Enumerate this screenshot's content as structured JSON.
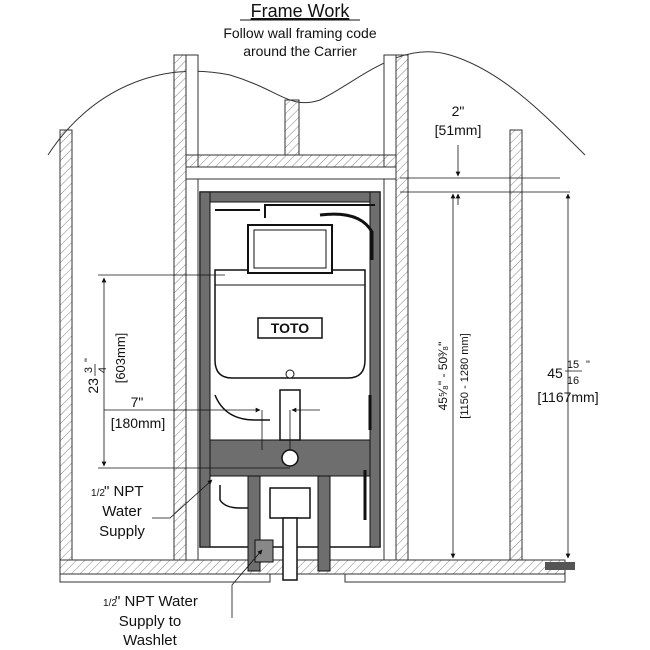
{
  "header": {
    "title": "Frame Work",
    "subtitle_line1": "Follow wall framing code",
    "subtitle_line2": "around the Carrier"
  },
  "carrier": {
    "brand": "TOTO"
  },
  "dims": {
    "top_gap": "2\"",
    "top_gap_mm": "[51mm]",
    "height_fixed_whole": "45",
    "height_fixed_num": "15",
    "height_fixed_den": "16",
    "height_fixed_inch": "\"",
    "height_fixed_mm": "[1167mm]",
    "height_adj": "45⁵⁄₈\" - 50³⁄₈\"",
    "height_adj_mm": "[1150 - 1280 mm]",
    "supply_height_whole": "23",
    "supply_height_num": "3",
    "supply_height_den": "4",
    "supply_height_inch": "\"",
    "supply_height_mm": "[603mm]",
    "offset": "7\"",
    "offset_mm": "[180mm]"
  },
  "callouts": {
    "npt_frac": "1/2",
    "npt_line1": "\" NPT",
    "npt_line2": "Water",
    "npt_line3": "Supply",
    "washlet_frac": "1/2",
    "washlet_line1": "\" NPT Water",
    "washlet_line2": "Supply to",
    "washlet_line3": "Washlet"
  }
}
